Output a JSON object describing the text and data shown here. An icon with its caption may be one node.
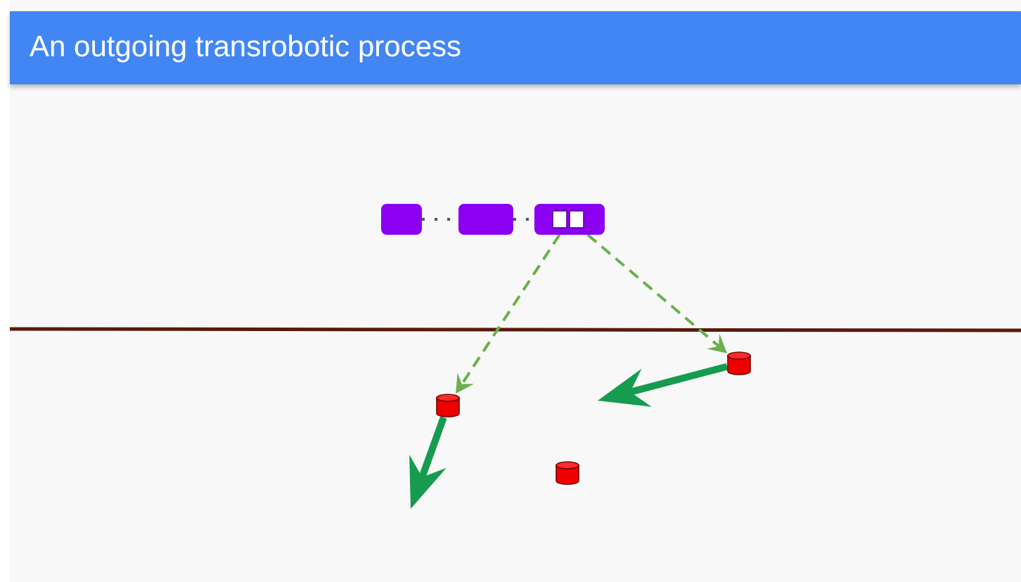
{
  "diagram": {
    "title": "An outgoing transrobotic process",
    "nodes": [
      {
        "text": [],
        "shape": "box"
      },
      {
        "text": [],
        "shape": "box"
      },
      {
        "text": [],
        "shape": "box"
      },
      {
        "text": [],
        "shape": "cylinder"
      },
      {
        "text": [],
        "shape": "cylinder"
      },
      {
        "text": [],
        "shape": "cylinder"
      }
    ],
    "edges": [
      {
        "from": 0,
        "to": 1,
        "arrow": "none",
        "style": "dashed",
        "color": "#555555"
      },
      {
        "from": 1,
        "to": 2,
        "arrow": "none",
        "style": "dashed",
        "color": "#555555"
      },
      {
        "from": 2,
        "to": 4,
        "arrow": "to",
        "style": "dashed",
        "color": "#6ab04c"
      },
      {
        "from": 2,
        "to": 3,
        "arrow": "to",
        "style": "dashed",
        "color": "#6ab04c"
      },
      {
        "from": 3,
        "to": null,
        "arrow": "to",
        "style": "thick",
        "color": "#169c4f"
      },
      {
        "from": 4,
        "to": null,
        "arrow": "to",
        "style": "thick",
        "color": "#169c4f"
      }
    ]
  }
}
